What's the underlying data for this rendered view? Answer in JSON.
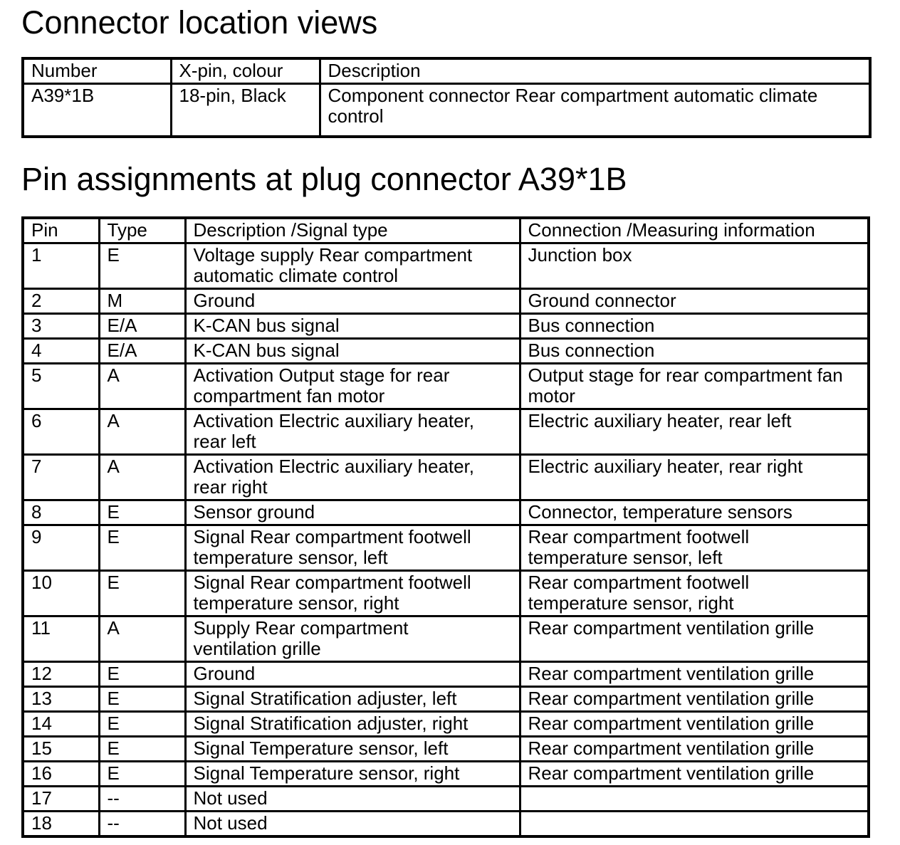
{
  "page": {
    "section1_title": "Connector location views",
    "section2_title": "Pin assignments at plug connector A39*1B"
  },
  "connector_table": {
    "headers": [
      "Number",
      "X-pin, colour",
      "Description"
    ],
    "rows": [
      [
        "A39*1B",
        "18-pin, Black",
        "Component connector Rear compartment automatic climate control"
      ]
    ]
  },
  "pin_table": {
    "headers": [
      "Pin",
      "Type",
      "Description /Signal type",
      "Connection /Measuring information"
    ],
    "rows": [
      [
        "1",
        "E",
        "Voltage supply Rear compartment automatic climate control",
        "Junction box"
      ],
      [
        "2",
        "M",
        "Ground",
        "Ground connector"
      ],
      [
        "3",
        "E/A",
        "K-CAN bus signal",
        "Bus connection"
      ],
      [
        "4",
        "E/A",
        "K-CAN bus signal",
        "Bus connection"
      ],
      [
        "5",
        "A",
        "Activation Output stage for rear compartment fan motor",
        "Output stage for rear compartment fan motor"
      ],
      [
        "6",
        "A",
        "Activation Electric auxiliary heater, rear left",
        "Electric auxiliary heater, rear left"
      ],
      [
        "7",
        "A",
        "Activation Electric auxiliary heater, rear right",
        "Electric auxiliary heater, rear right"
      ],
      [
        "8",
        "E",
        "Sensor ground",
        "Connector, temperature sensors"
      ],
      [
        "9",
        "E",
        "Signal Rear compartment footwell temperature sensor, left",
        "Rear compartment footwell temperature sensor, left"
      ],
      [
        "10",
        "E",
        "Signal Rear compartment footwell temperature sensor, right",
        "Rear compartment footwell temperature sensor, right"
      ],
      [
        "11",
        "A",
        "Supply Rear compartment ventilation grille",
        "Rear compartment ventilation grille"
      ],
      [
        "12",
        "E",
        "Ground",
        "Rear compartment ventilation grille"
      ],
      [
        "13",
        "E",
        "Signal Stratification adjuster, left",
        "Rear compartment ventilation grille"
      ],
      [
        "14",
        "E",
        "Signal Stratification adjuster, right",
        "Rear compartment ventilation grille"
      ],
      [
        "15",
        "E",
        "Signal Temperature sensor, left",
        "Rear compartment ventilation grille"
      ],
      [
        "16",
        "E",
        "Signal Temperature sensor, right",
        "Rear compartment ventilation grille"
      ],
      [
        "17",
        "--",
        "Not used",
        ""
      ],
      [
        "18",
        "--",
        "Not used",
        ""
      ]
    ]
  },
  "colors": {
    "text": "#000000",
    "background": "#ffffff",
    "border": "#000000"
  }
}
